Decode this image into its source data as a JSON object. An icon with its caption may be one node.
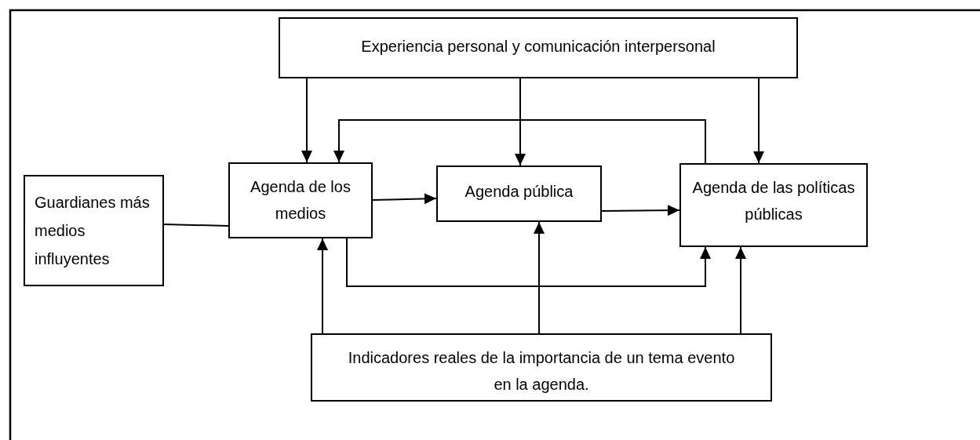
{
  "diagram": {
    "nodes": [
      {
        "text": [
          "Experiencia personal y comunicación interpersonal"
        ]
      },
      {
        "text": [
          "Guardianes más medios influyentes"
        ]
      },
      {
        "text": [
          "Agenda de los medios"
        ]
      },
      {
        "text": [
          "Agenda pública"
        ]
      },
      {
        "text": [
          "Agenda de las políticas públicas"
        ]
      },
      {
        "text": [
          "Indicadores reales de la importancia de un tema evento en la agenda."
        ]
      }
    ],
    "edges": [
      {
        "from": 0,
        "to": 2,
        "arrow": "to"
      },
      {
        "from": 0,
        "to": 3,
        "arrow": "to"
      },
      {
        "from": 0,
        "to": 4,
        "arrow": "to"
      },
      {
        "from": 4,
        "to": 2,
        "arrow": "to"
      },
      {
        "from": 2,
        "to": 3,
        "arrow": "to"
      },
      {
        "from": 3,
        "to": 4,
        "arrow": "to"
      },
      {
        "from": 1,
        "to": 2,
        "arrow": "none"
      },
      {
        "from": 5,
        "to": 2,
        "arrow": "to"
      },
      {
        "from": 5,
        "to": 3,
        "arrow": "to"
      },
      {
        "from": 5,
        "to": 4,
        "arrow": "to"
      },
      {
        "from": 2,
        "to": 4,
        "arrow": "to"
      }
    ]
  }
}
